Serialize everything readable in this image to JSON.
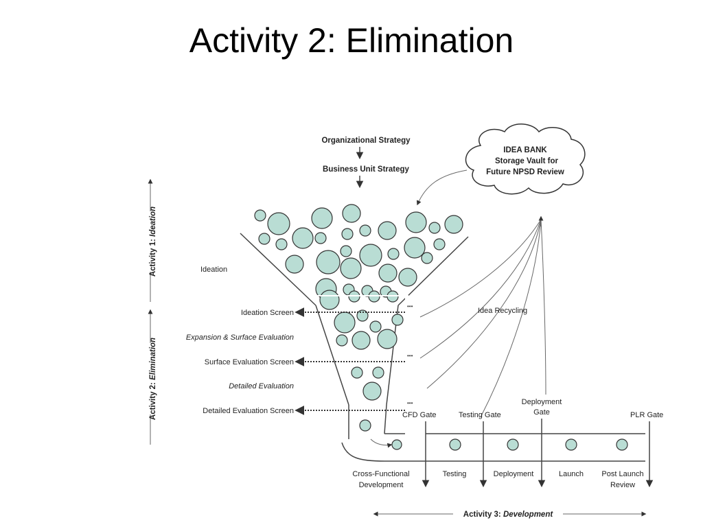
{
  "title": "Activity 2: Elimination",
  "strategy": {
    "org": "Organizational Strategy",
    "bu": "Business Unit Strategy"
  },
  "idea_bank": {
    "line1": "IDEA BANK",
    "line2": "Storage Vault for",
    "line3": "Future NPSD Review"
  },
  "side": {
    "activity1_prefix": "Activity 1: ",
    "activity1_name": "Ideation",
    "activity2_prefix": "Activity 2: ",
    "activity2_name": "Elimination"
  },
  "stages": {
    "ideation": "Ideation",
    "ideation_screen": "Ideation Screen",
    "expansion": "Expansion & Surface Evaluation",
    "surface_screen": "Surface Evaluation Screen",
    "detailed_eval": "Detailed Evaluation",
    "detailed_screen": "Detailed Evaluation Screen"
  },
  "idea_recycling": "Idea Recycling",
  "gates": {
    "cfd": "CFD Gate",
    "testing": "Testing Gate",
    "deployment_line1": "Deployment",
    "deployment_line2": "Gate",
    "plr": "PLR Gate"
  },
  "phases": {
    "cfd_line1": "Cross-Functional",
    "cfd_line2": "Development",
    "testing": "Testing",
    "deployment": "Deployment",
    "launch": "Launch",
    "post_line1": "Post Launch",
    "post_line2": "Review"
  },
  "activity3": {
    "prefix": "Activity 3: ",
    "name": "Development"
  },
  "colors": {
    "bubble": "#b9ddd4",
    "line": "#444444"
  }
}
